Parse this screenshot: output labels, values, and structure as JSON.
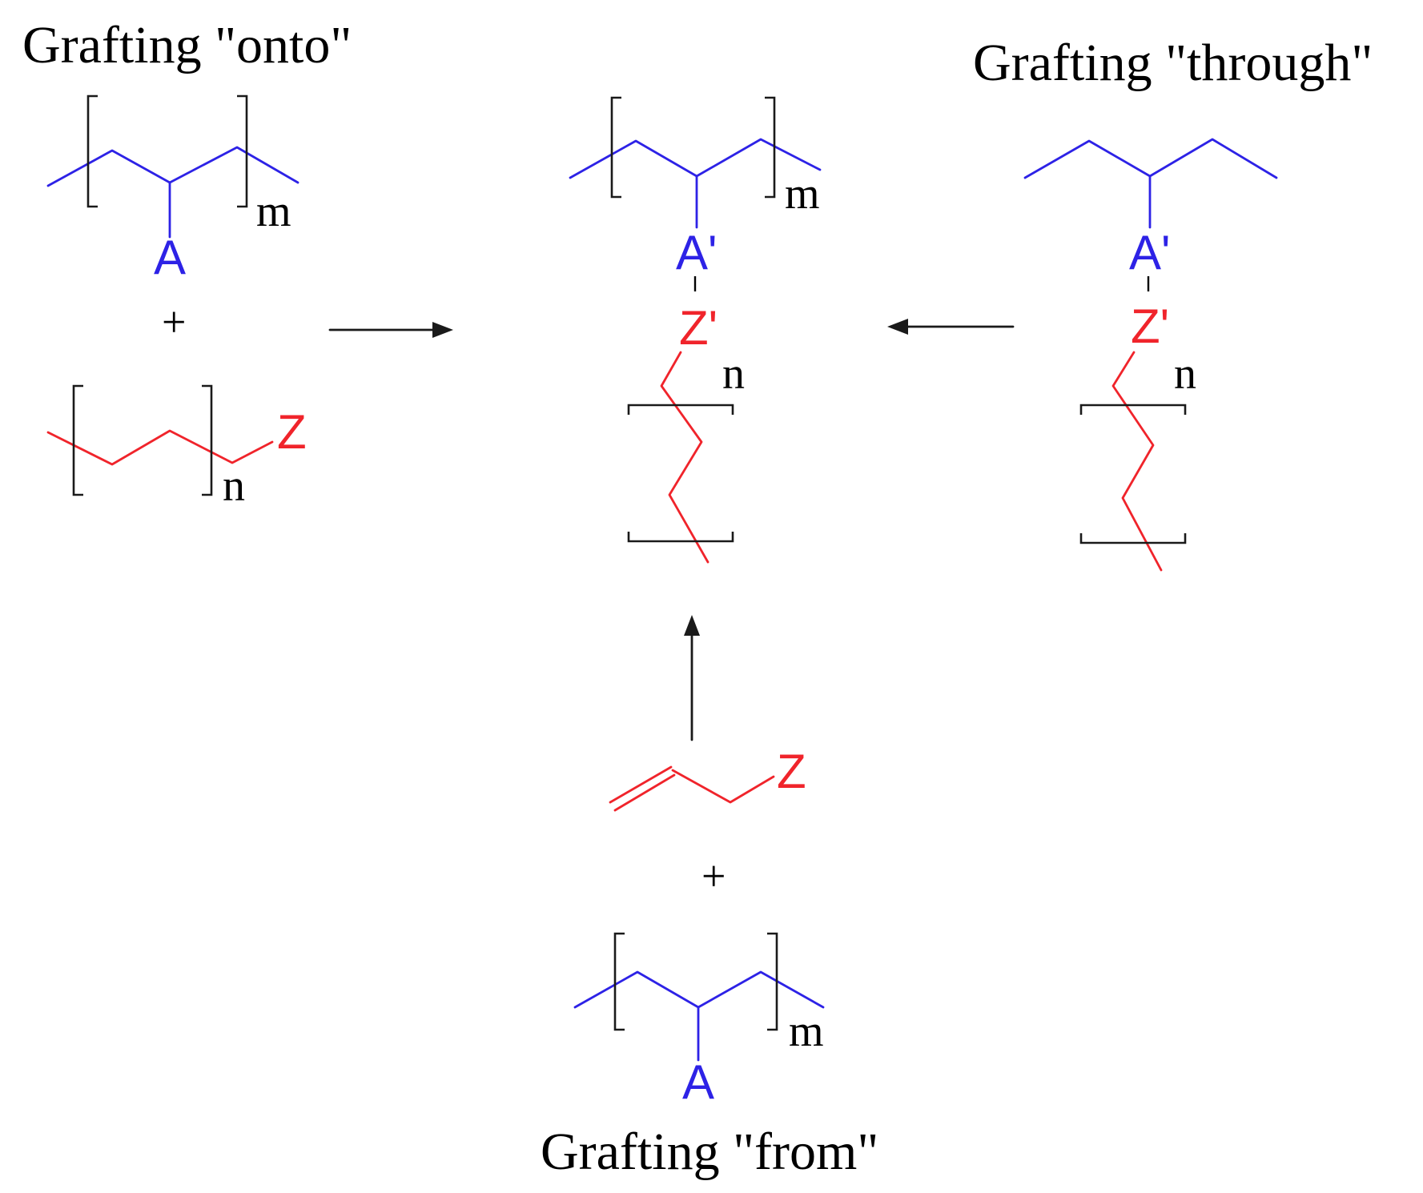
{
  "labels": {
    "onto": "Grafting \"onto\"",
    "through": "Grafting \"through\"",
    "from": "Grafting \"from\""
  },
  "subscripts": {
    "m": "m",
    "n": "n"
  },
  "atoms": {
    "A": "A",
    "A_prime": "A'",
    "Z": "Z",
    "Z_prime": "Z'"
  },
  "operators": {
    "plus": "+"
  },
  "colors": {
    "backbone": "#2d22e6",
    "graft": "#f0242b",
    "text": "#000000"
  }
}
